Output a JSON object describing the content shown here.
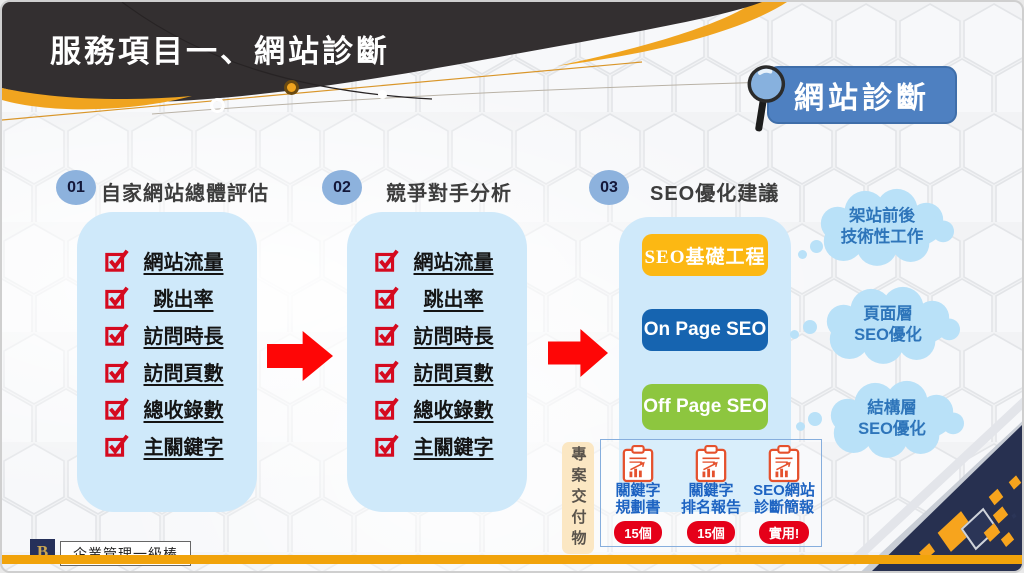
{
  "slide": {
    "title": "服務項目一、網站診斷"
  },
  "header_badge": {
    "label": "網站診斷",
    "icon": "magnifier-icon"
  },
  "columns": [
    {
      "number": "01",
      "title": "自家網站總體評估",
      "items": [
        "網站流量",
        "跳出率",
        "訪問時長",
        "訪問頁數",
        "總收錄數",
        "主關鍵字"
      ]
    },
    {
      "number": "02",
      "title": "競爭對手分析",
      "items": [
        "網站流量",
        "跳出率",
        "訪問時長",
        "訪問頁數",
        "總收錄數",
        "主關鍵字"
      ]
    },
    {
      "number": "03",
      "title": "SEO優化建議",
      "buttons": [
        {
          "label": "SEO基礎工程",
          "color": "#fcb813"
        },
        {
          "label": "On Page SEO",
          "color": "#1664b0"
        },
        {
          "label": "Off Page SEO",
          "color": "#8dc63f"
        }
      ]
    }
  ],
  "clouds": [
    {
      "line1": "架站前後",
      "line2": "技術性工作"
    },
    {
      "line1": "頁面層",
      "line2": "SEO優化"
    },
    {
      "line1": "結構層",
      "line2": "SEO優化"
    }
  ],
  "deliverables": {
    "side_label": "專案交付物",
    "items": [
      {
        "line1": "關鍵字",
        "line2": "規劃書",
        "badge": "15個"
      },
      {
        "line1": "關鍵字",
        "line2": "排名報告",
        "badge": "15個"
      },
      {
        "line1": "SEO網站",
        "line2": "診斷簡報",
        "badge": "實用!"
      }
    ]
  },
  "footer": {
    "logo_letter": "B",
    "brand": "企業管理一級棒"
  },
  "colors": {
    "header_dark": "#332f30",
    "accent_orange": "#f0a41f",
    "badge_blue": "#4e80c1",
    "panel_blue": "#cfe9fa",
    "check_red": "#d50a1f",
    "arrow_red": "#fe0606",
    "cloud_blue": "#b9e1f8",
    "cloud_text": "#2e75ba",
    "pill_red": "#e50019",
    "deliverable_text": "#1d63c2",
    "footer_bar": "#f1a30b",
    "corner_navy": "#273050"
  }
}
